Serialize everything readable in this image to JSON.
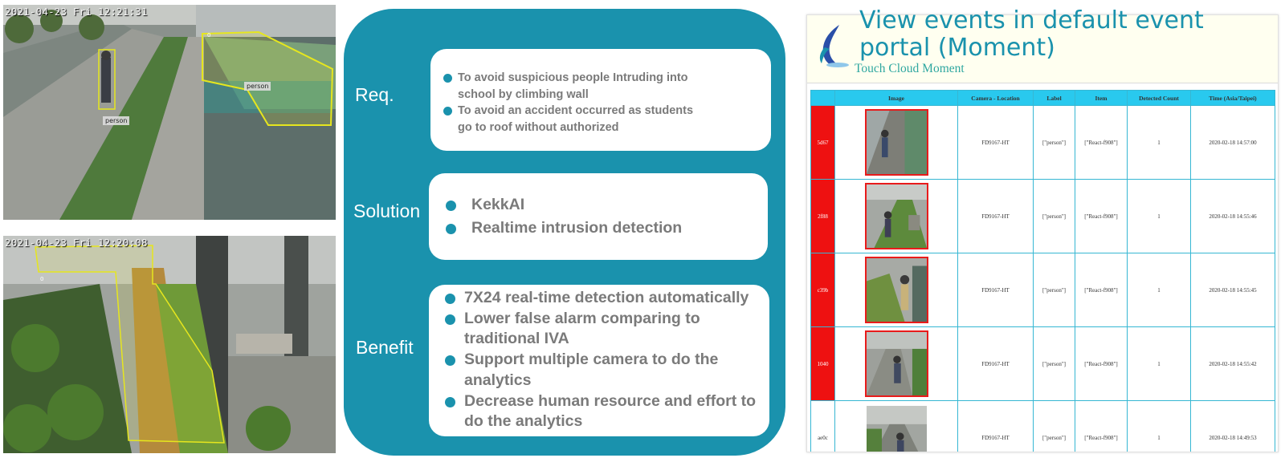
{
  "cameras": [
    {
      "timestamp": "2021-04-23 Fri 12:21:31",
      "detection_label": "person",
      "zone_labels": [
        "0",
        "person"
      ]
    },
    {
      "timestamp": "2021-04-23 Fri 12:20:08",
      "zone_labels": [
        "0"
      ]
    }
  ],
  "middle_panel": {
    "req": {
      "label": "Req.",
      "items": [
        "To avoid suspicious people Intruding into school by climbing wall",
        "To avoid an accident occurred as students go to roof without authorized"
      ]
    },
    "solution": {
      "label": "Solution",
      "items": [
        "KekkAI",
        "Realtime intrusion detection"
      ]
    },
    "benefit": {
      "label": "Benefit",
      "items": [
        "7X24 real-time detection automatically",
        "Lower false alarm comparing to traditional IVA",
        "Support multiple camera to do the analytics",
        "Decrease human resource and effort to do the analytics"
      ]
    }
  },
  "headline": "View events in default event portal (Moment)",
  "portal": {
    "logo_text": "Touch Cloud Moment",
    "columns": [
      "",
      "Image",
      "Camera - Location",
      "Label",
      "Item",
      "Detected Count",
      "Time (Asia/Taipei)"
    ],
    "rows": [
      {
        "id": "5d67",
        "camera": "FD9167-HT",
        "label": "[\"person\"]",
        "item": "[\"React-f908\"]",
        "count": "1",
        "time": "2020-02-18 14:57:00",
        "highlight": true
      },
      {
        "id": "2f88",
        "camera": "FD9167-HT",
        "label": "[\"person\"]",
        "item": "[\"React-f908\"]",
        "count": "1",
        "time": "2020-02-18 14:55:46",
        "highlight": true
      },
      {
        "id": "c39b",
        "camera": "FD9167-HT",
        "label": "[\"person\"]",
        "item": "[\"React-f908\"]",
        "count": "1",
        "time": "2020-02-18 14:55:45",
        "highlight": true
      },
      {
        "id": "1040",
        "camera": "FD9167-HT",
        "label": "[\"person\"]",
        "item": "[\"React-f908\"]",
        "count": "1",
        "time": "2020-02-18 14:55:42",
        "highlight": true
      },
      {
        "id": "ae0c",
        "camera": "FD9167-HT",
        "label": "[\"person\"]",
        "item": "[\"React-f908\"]",
        "count": "1",
        "time": "2020-02-18 14:49:53",
        "highlight": false
      }
    ]
  },
  "colors": {
    "accent": "#1a92ad",
    "highlight_red": "#ee1111",
    "zone_yellow": "#e6e61e",
    "table_header": "#29c9ee"
  }
}
